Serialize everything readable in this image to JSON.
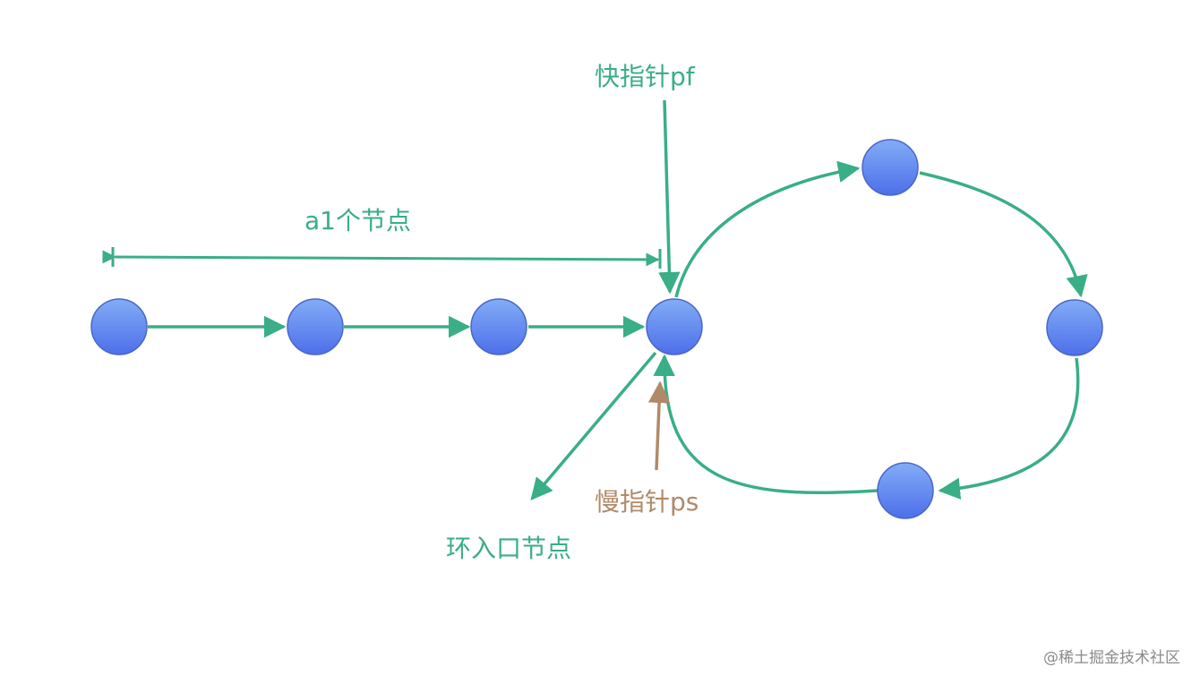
{
  "labels": {
    "fast_pointer": "快指针pf",
    "segment": "a1个节点",
    "entry_node": "环入口节点",
    "slow_pointer": "慢指针ps"
  },
  "watermark": "@稀土掘金技术社区",
  "colors": {
    "arrow_green": "#3aae86",
    "arrow_brown": "#b08a68",
    "node_fill_top": "#7eaaf7",
    "node_fill_bottom": "#4f72ea",
    "node_stroke": "#4a67c7",
    "watermark": "#8a8a8a"
  }
}
